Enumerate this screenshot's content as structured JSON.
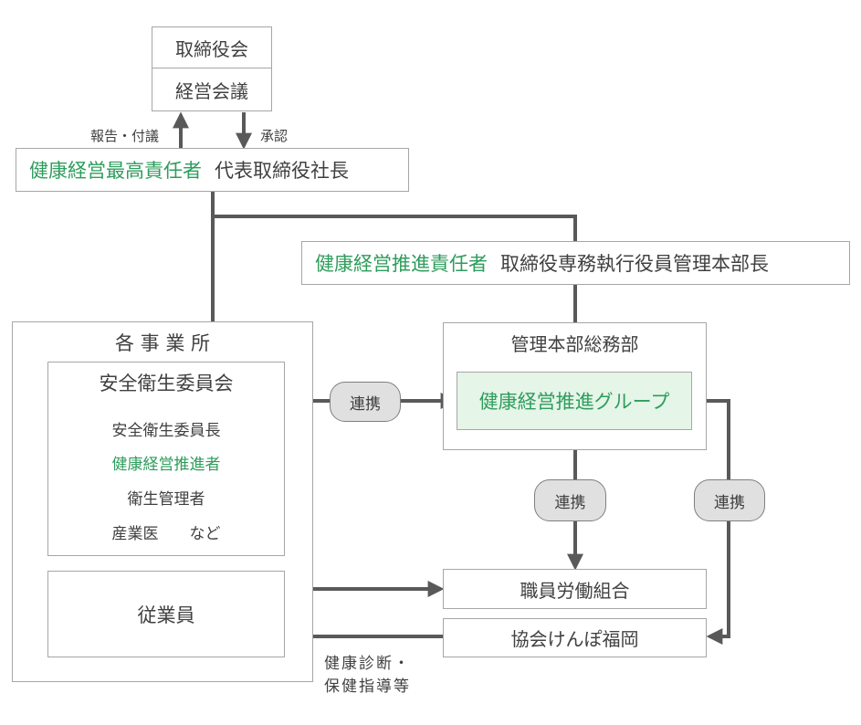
{
  "colors": {
    "green": "#2e9d5c",
    "line": "#595959",
    "border": "#a6a6a6",
    "pill_bg": "#e0e0e0",
    "green_bg": "#e5f5e8"
  },
  "board": {
    "top": "取締役会",
    "bottom": "経営会議"
  },
  "report_label": "報告・付議",
  "approve_label": "承認",
  "ceo": {
    "role": "健康経営最高責任者",
    "title": "代表取締役社長"
  },
  "promo_officer": {
    "role": "健康経営推進責任者",
    "title": "取締役専務執行役員管理本部長"
  },
  "offices": {
    "title": "各 事 業 所",
    "committee": {
      "title": "安全衛生委員会",
      "members": [
        "安全衛生委員長",
        "健康経営推進者",
        "衛生管理者",
        "産業医　　など"
      ]
    },
    "employees": "従業員"
  },
  "general_affairs": {
    "title": "管理本部総務部",
    "group": "健康経営推進グループ"
  },
  "union": "職員労働組合",
  "kyokai": "協会けんぽ福岡",
  "links": [
    "連携",
    "連携",
    "連携"
  ],
  "checkup": {
    "line1": "健康診断・",
    "line2": "保健指導等"
  }
}
